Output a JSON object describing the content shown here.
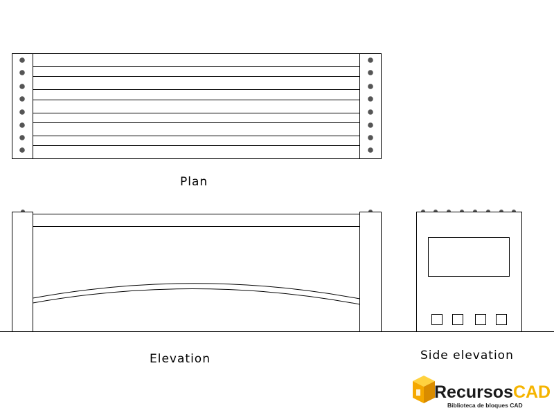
{
  "labels": {
    "plan": "Plan",
    "elevation": "Elevation",
    "side_elevation": "Side elevation"
  },
  "logo": {
    "name_part1": "Recursos",
    "name_part2": "CAD",
    "tagline": "Biblioteca de bloques CAD",
    "colors": {
      "part1": "#1a1a1a",
      "part2": "#f5b400",
      "cube_top": "#ffd23f",
      "cube_left": "#f5a800",
      "cube_right": "#d98c00"
    }
  },
  "colors": {
    "line": "#000000",
    "bolt": "#555555",
    "background": "#ffffff"
  }
}
